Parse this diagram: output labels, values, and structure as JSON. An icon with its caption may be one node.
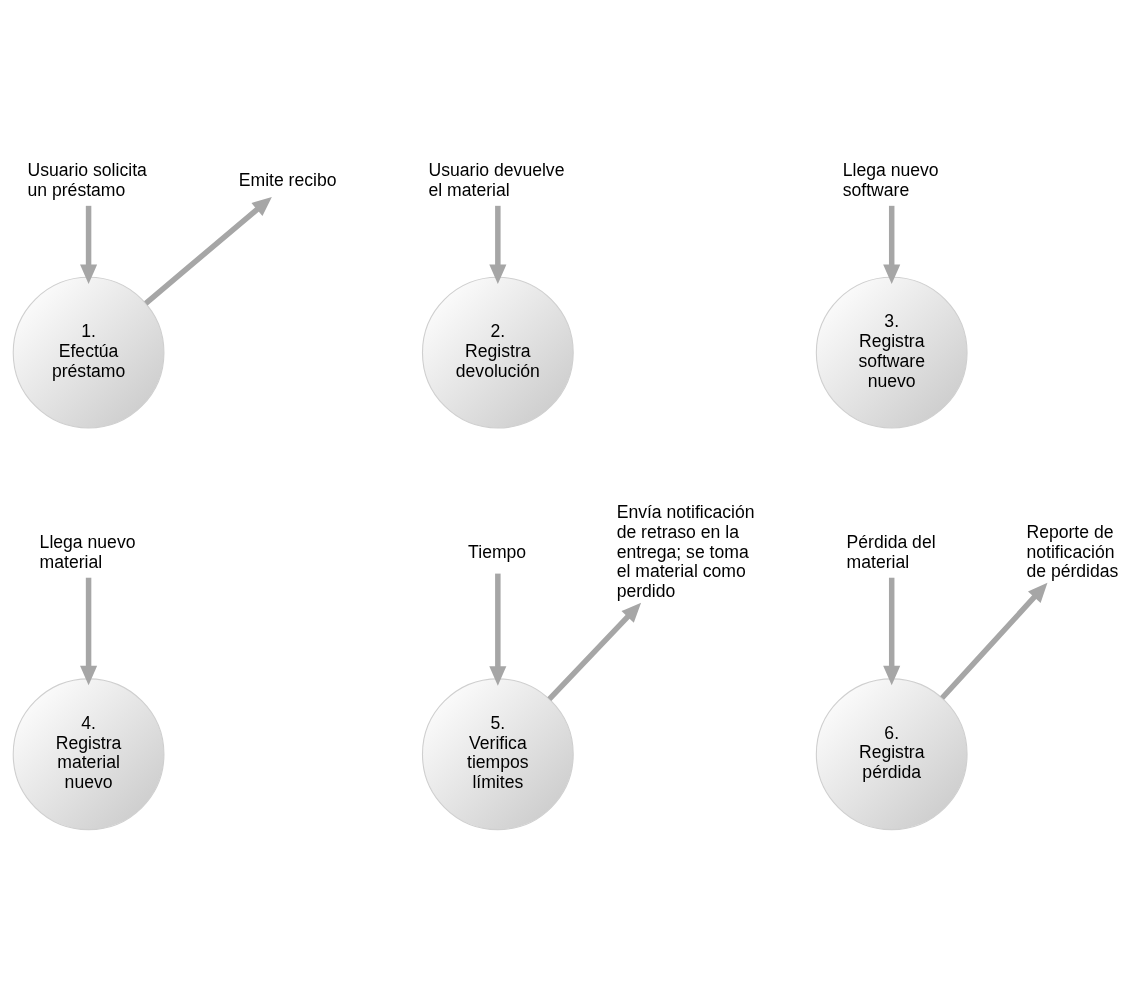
{
  "diagram": {
    "nodes": [
      {
        "text": [
          "Usuario solicita un préstamo"
        ]
      },
      {
        "text": [
          "Emite recibo"
        ]
      },
      {
        "text": [
          "Usuario devuelve el material"
        ]
      },
      {
        "text": [
          "Llega nuevo software"
        ]
      },
      {
        "text": [
          "1.",
          "Efectúa préstamo"
        ]
      },
      {
        "text": [
          "2.",
          "Registra devolución"
        ]
      },
      {
        "text": [
          "3.",
          "Registra software nuevo"
        ]
      },
      {
        "text": [
          "Llega nuevo material"
        ]
      },
      {
        "text": [
          "Tiempo"
        ]
      },
      {
        "text": [
          "Envía notificación de retraso en la entrega; se toma el material como perdido"
        ]
      },
      {
        "text": [
          "Pérdida del material"
        ]
      },
      {
        "text": [
          "Reporte de notificación de pérdidas"
        ]
      },
      {
        "text": [
          "4.",
          "Registra material nuevo"
        ]
      },
      {
        "text": [
          "5.",
          "Verifica tiempos límites"
        ]
      },
      {
        "text": [
          "6.",
          "Registra pérdida"
        ]
      }
    ],
    "edges": [
      {
        "from": 0,
        "to": 4,
        "arrow": "to"
      },
      {
        "from": 4,
        "to": 1,
        "arrow": "to"
      },
      {
        "from": 2,
        "to": 5,
        "arrow": "to"
      },
      {
        "from": 3,
        "to": 6,
        "arrow": "to"
      },
      {
        "from": 7,
        "to": 12,
        "arrow": "to"
      },
      {
        "from": 8,
        "to": 13,
        "arrow": "to"
      },
      {
        "from": 13,
        "to": 9,
        "arrow": "to"
      },
      {
        "from": 10,
        "to": 14,
        "arrow": "to"
      },
      {
        "from": 14,
        "to": 11,
        "arrow": "to"
      }
    ]
  }
}
